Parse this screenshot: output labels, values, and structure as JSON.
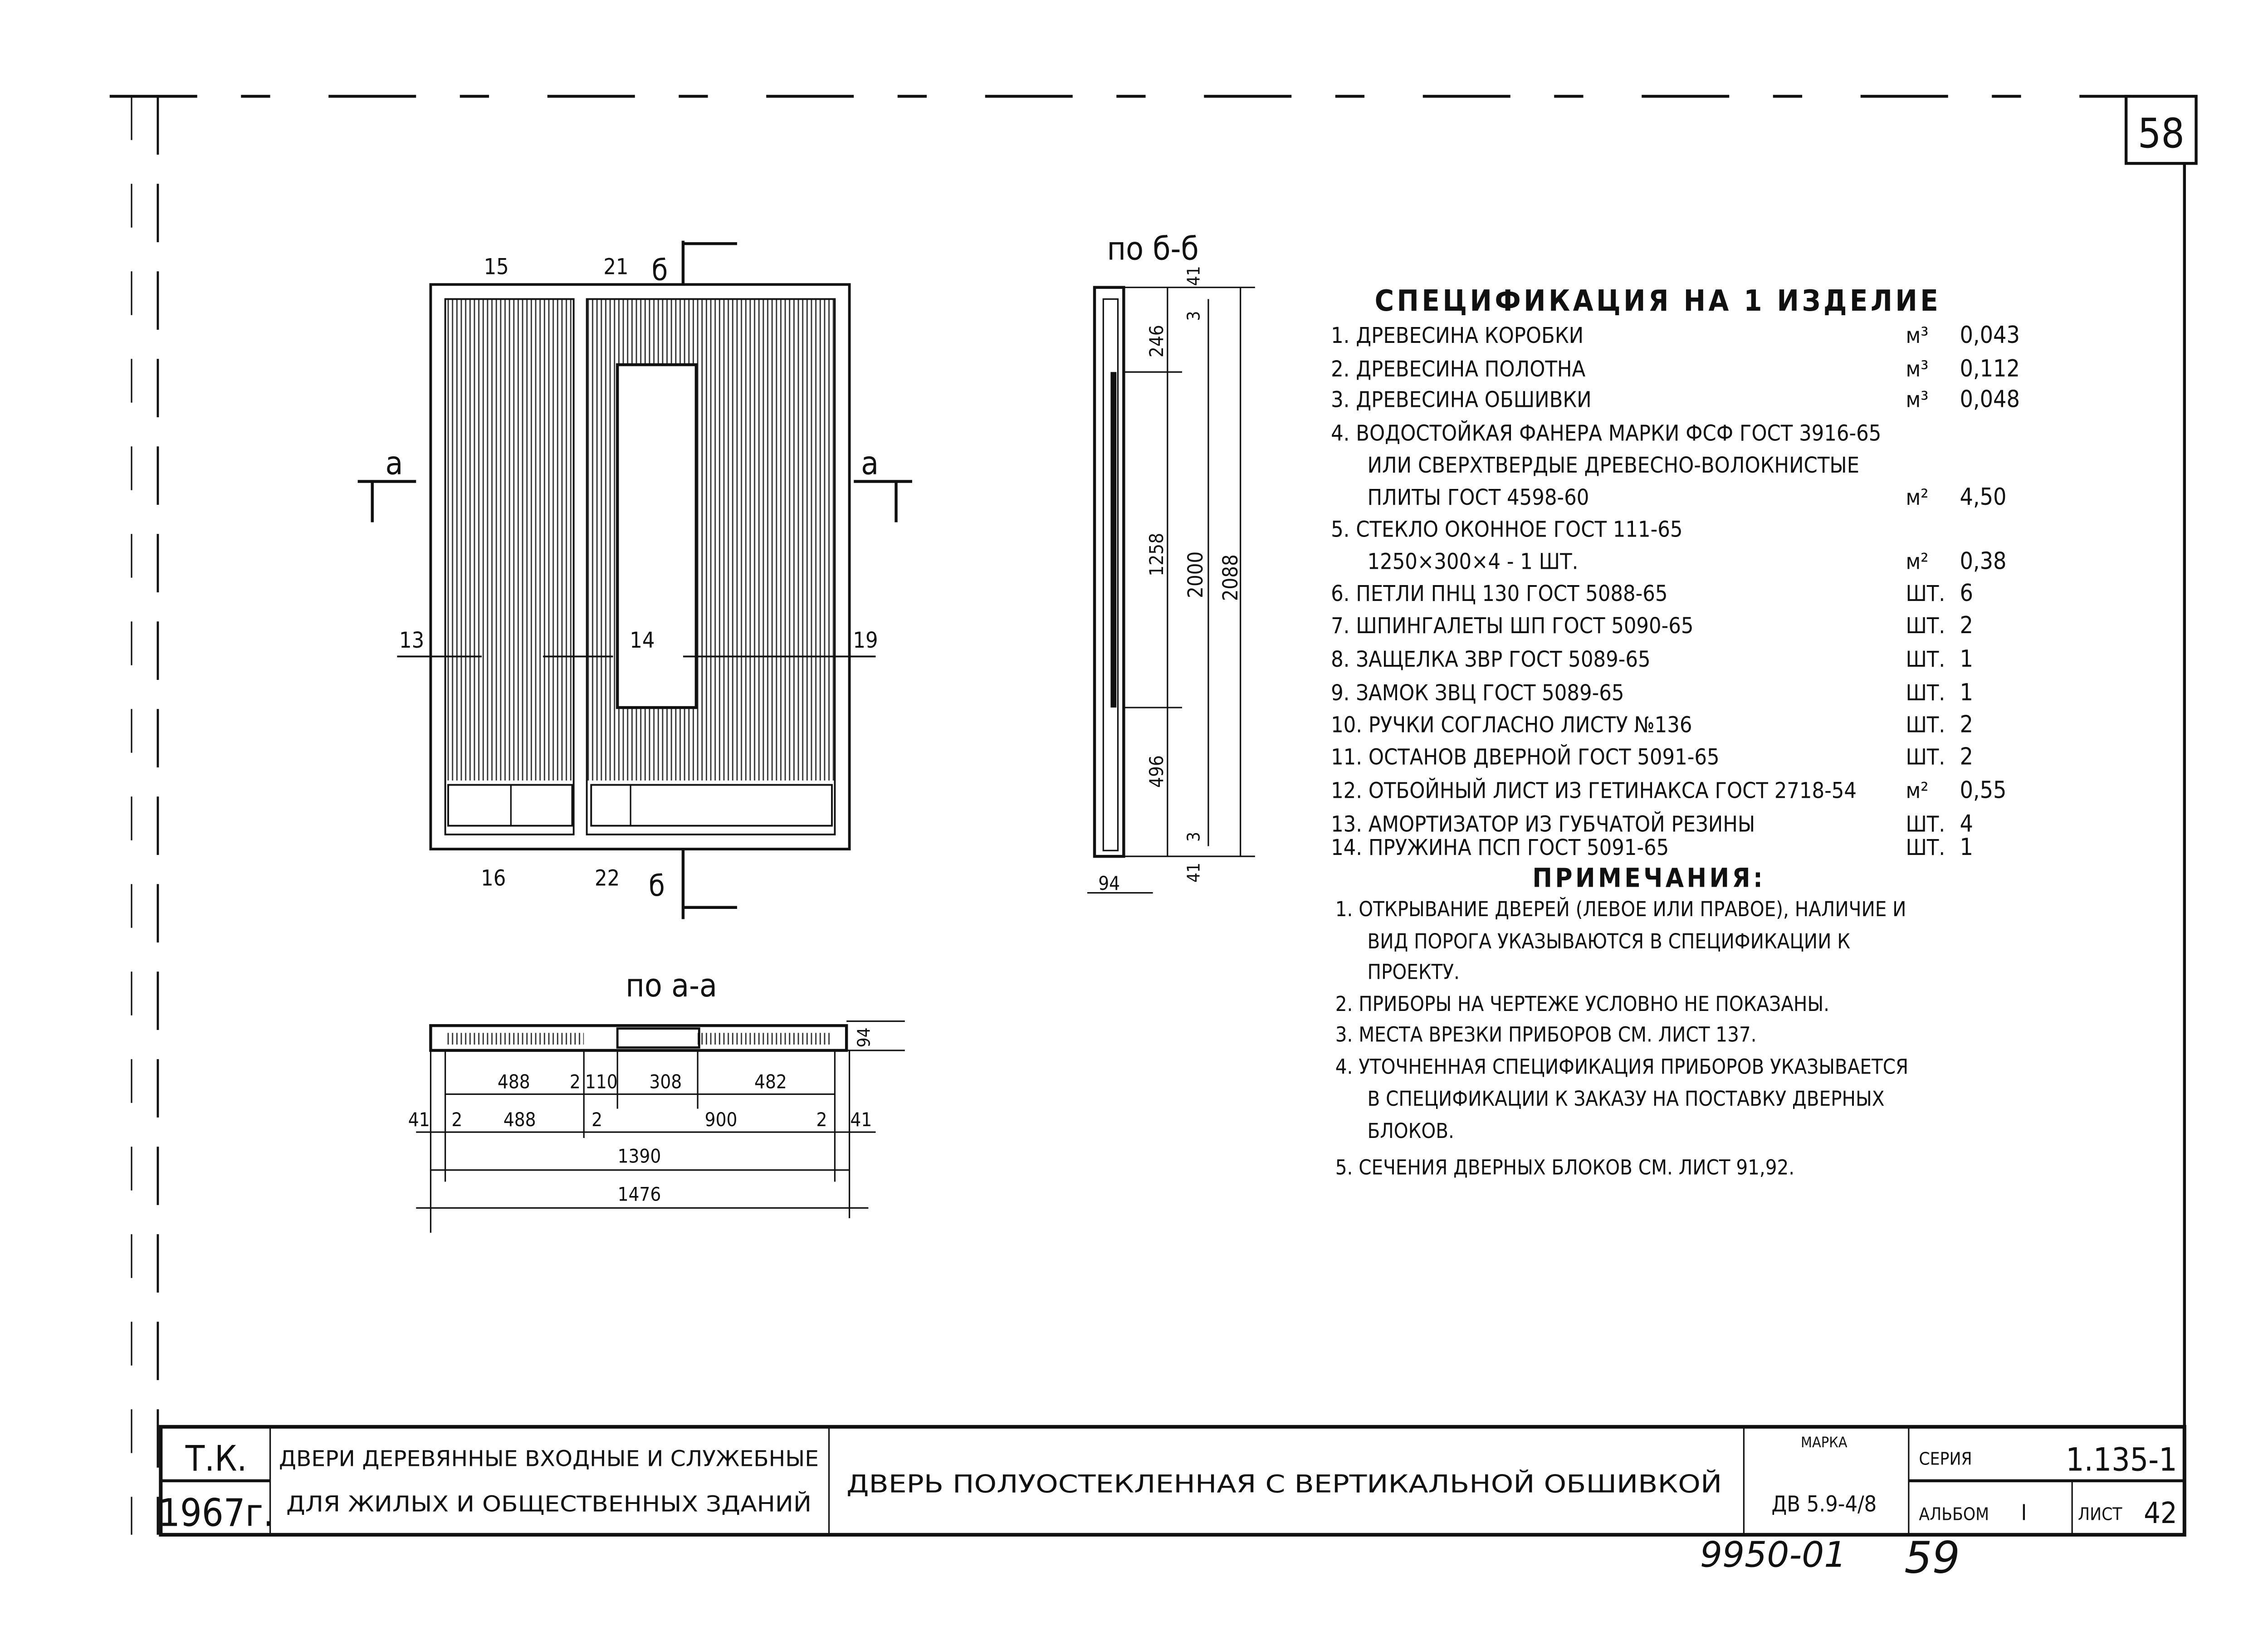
{
  "sheet_number": "58",
  "elevation": {
    "labels_top": [
      "15",
      "21"
    ],
    "labels_mid": [
      "13",
      "14",
      "19"
    ],
    "labels_bottom": [
      "16",
      "22"
    ],
    "section_b": "б",
    "section_a": "а"
  },
  "section_bb": {
    "title": "по б-б",
    "dims": {
      "top_41": "41",
      "top_3": "3",
      "d246": "246",
      "d1258": "1258",
      "d2000": "2000",
      "d2088": "2088",
      "d496": "496",
      "bot_3": "3",
      "bot_41": "41",
      "d94": "94"
    }
  },
  "section_aa": {
    "title": "по а-а",
    "dim_94": "94",
    "row1": [
      "488",
      "2",
      "110",
      "308",
      "482"
    ],
    "row2": [
      "41",
      "2",
      "488",
      "2",
      "900",
      "2",
      "41"
    ],
    "total_inner": "1390",
    "total_outer": "1476"
  },
  "spec": {
    "title": "СПЕЦИФИКАЦИЯ НА 1 ИЗДЕЛИЕ",
    "items": [
      {
        "text": "1. ДРЕВЕСИНА КОРОБКИ",
        "unit": "м³",
        "qty": "0,043"
      },
      {
        "text": "2. ДРЕВЕСИНА ПОЛОТНА",
        "unit": "м³",
        "qty": "0,112"
      },
      {
        "text": "3. ДРЕВЕСИНА ОБШИВКИ",
        "unit": "м³",
        "qty": "0,048"
      },
      {
        "text": "4. ВОДОСТОЙКАЯ ФАНЕРА МАРКИ ФСФ ГОСТ 3916-65",
        "unit": "",
        "qty": ""
      },
      {
        "text": "ИЛИ СВЕРХТВЕРДЫЕ ДРЕВЕСНО-ВОЛОКНИСТЫЕ",
        "unit": "",
        "qty": ""
      },
      {
        "text": "ПЛИТЫ ГОСТ 4598-60",
        "unit": "м²",
        "qty": "4,50"
      },
      {
        "text": "5. СТЕКЛО ОКОННОЕ ГОСТ 111-65",
        "unit": "",
        "qty": ""
      },
      {
        "text": "1250×300×4 - 1 ШТ.",
        "unit": "м²",
        "qty": "0,38"
      },
      {
        "text": "6. ПЕТЛИ ПНЦ 130 ГОСТ 5088-65",
        "unit": "ШТ.",
        "qty": "6"
      },
      {
        "text": "7. ШПИНГАЛЕТЫ ШП ГОСТ 5090-65",
        "unit": "ШТ.",
        "qty": "2"
      },
      {
        "text": "8. ЗАЩЕЛКА ЗВР ГОСТ 5089-65",
        "unit": "ШТ.",
        "qty": "1"
      },
      {
        "text": "9. ЗАМОК ЗВЦ ГОСТ 5089-65",
        "unit": "ШТ.",
        "qty": "1"
      },
      {
        "text": "10. РУЧКИ СОГЛАСНО ЛИСТУ №136",
        "unit": "ШТ.",
        "qty": "2"
      },
      {
        "text": "11. ОСТАНОВ ДВЕРНОЙ ГОСТ 5091-65",
        "unit": "ШТ.",
        "qty": "2"
      },
      {
        "text": "12. ОТБОЙНЫЙ ЛИСТ ИЗ ГЕТИНАКСА ГОСТ 2718-54",
        "unit": "м²",
        "qty": "0,55"
      },
      {
        "text": "13. АМОРТИЗАТОР ИЗ ГУБЧАТОЙ РЕЗИНЫ",
        "unit": "ШТ.",
        "qty": "4"
      },
      {
        "text": "14. ПРУЖИНА ПСП ГОСТ 5091-65",
        "unit": "ШТ.",
        "qty": "1"
      }
    ]
  },
  "notes": {
    "title": "ПРИМЕЧАНИЯ:",
    "lines": [
      "1. ОТКРЫВАНИЕ ДВЕРЕЙ (ЛЕВОЕ ИЛИ ПРАВОЕ), НАЛИЧИЕ И",
      "ВИД ПОРОГА УКАЗЫВАЮТСЯ В СПЕЦИФИКАЦИИ К",
      "ПРОЕКТУ.",
      "2. ПРИБОРЫ НА ЧЕРТЕЖЕ УСЛОВНО НЕ ПОКАЗАНЫ.",
      "3. МЕСТА ВРЕЗКИ ПРИБОРОВ СМ. ЛИСТ 137.",
      "4. УТОЧНЕННАЯ СПЕЦИФИКАЦИЯ ПРИБОРОВ УКАЗЫВАЕТСЯ",
      "В СПЕЦИФИКАЦИИ К ЗАКАЗУ НА ПОСТАВКУ ДВЕРНЫХ",
      "БЛОКОВ.",
      "5. СЕЧЕНИЯ ДВЕРНЫХ БЛОКОВ СМ. ЛИСТ 91,92."
    ]
  },
  "title_block": {
    "org": "Т.К.",
    "year": "1967г.",
    "group_line1": "ДВЕРИ ДЕРЕВЯННЫЕ ВХОДНЫЕ И СЛУЖЕБНЫЕ",
    "group_line2": "ДЛЯ ЖИЛЫХ И ОБЩЕСТВЕННЫХ ЗДАНИЙ",
    "title": "ДВЕРЬ ПОЛУОСТЕКЛЕННАЯ С ВЕРТИКАЛЬНОЙ ОБШИВКОЙ",
    "mark_label": "МАРКА",
    "mark": "ДВ 5.9-4/8",
    "series_label": "СЕРИЯ",
    "series": "1.135-1",
    "album_label": "АЛЬБОМ",
    "album": "I",
    "sheet_label": "ЛИСТ",
    "sheet": "42"
  },
  "handwritten_code": "9950-01",
  "handwritten_page": "59"
}
